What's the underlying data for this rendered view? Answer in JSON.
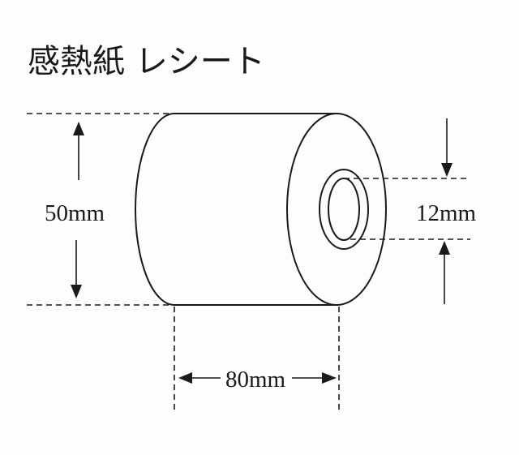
{
  "title": "感熱紙 レシート",
  "diagram": {
    "subject": "thermal paper receipt roll",
    "dimensions": {
      "diameter": {
        "label": "50mm",
        "value": 50,
        "unit": "mm"
      },
      "core_diameter": {
        "label": "12mm",
        "value": 12,
        "unit": "mm"
      },
      "width": {
        "label": "80mm",
        "value": 80,
        "unit": "mm"
      }
    },
    "colors": {
      "line": "#1a1a1a",
      "background": "#fdfdfd"
    }
  }
}
